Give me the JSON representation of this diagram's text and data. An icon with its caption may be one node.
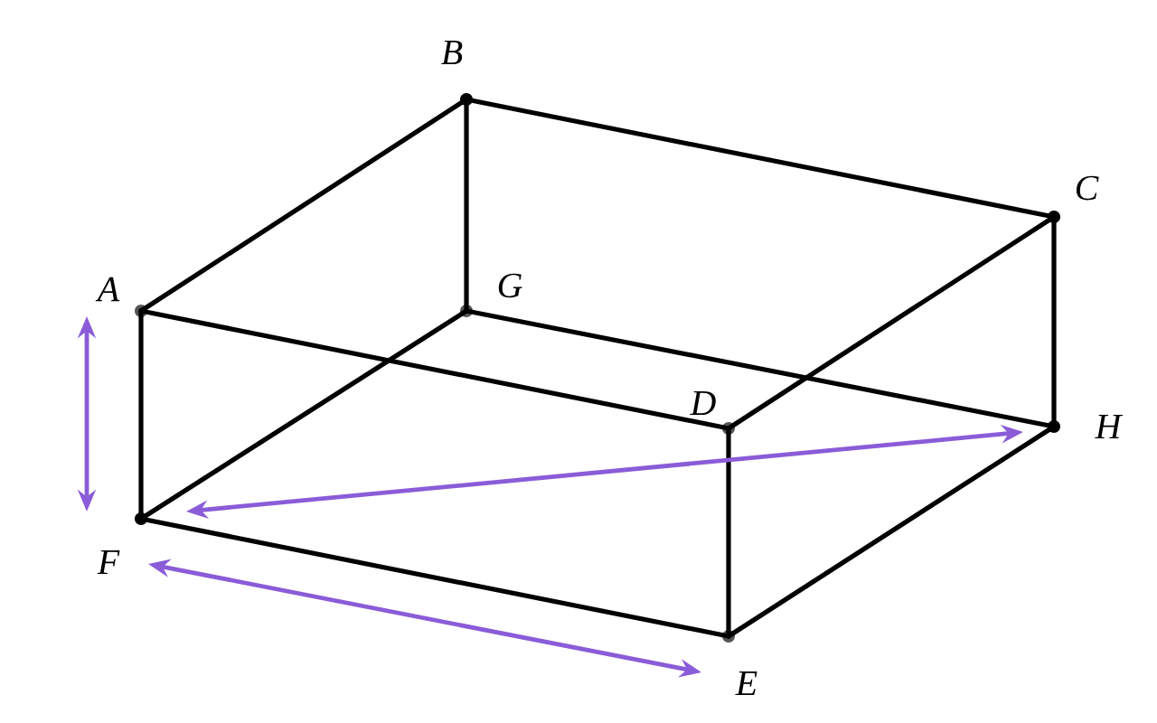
{
  "diagram": {
    "nodes": [
      {
        "text": [
          "A"
        ]
      },
      {
        "text": [
          "B"
        ]
      },
      {
        "text": [
          "C"
        ]
      },
      {
        "text": [
          "D"
        ]
      },
      {
        "text": [
          "E"
        ]
      },
      {
        "text": [
          "F"
        ]
      },
      {
        "text": [
          "G"
        ]
      },
      {
        "text": [
          "H"
        ]
      }
    ],
    "edges": [
      {
        "from": 0,
        "to": 1,
        "arrow": "none"
      },
      {
        "from": 1,
        "to": 2,
        "arrow": "none"
      },
      {
        "from": 2,
        "to": 7,
        "arrow": "none"
      },
      {
        "from": 0,
        "to": 5,
        "arrow": "none"
      },
      {
        "from": 0,
        "to": 3,
        "arrow": "none"
      },
      {
        "from": 3,
        "to": 4,
        "arrow": "none"
      },
      {
        "from": 1,
        "to": 6,
        "arrow": "none"
      },
      {
        "from": 6,
        "to": 7,
        "arrow": "none"
      },
      {
        "from": 5,
        "to": 6,
        "arrow": "none"
      },
      {
        "from": 3,
        "to": 2,
        "arrow": "none"
      },
      {
        "from": 4,
        "to": 7,
        "arrow": "none"
      },
      {
        "from": 5,
        "to": 4,
        "arrow": "none"
      }
    ]
  }
}
